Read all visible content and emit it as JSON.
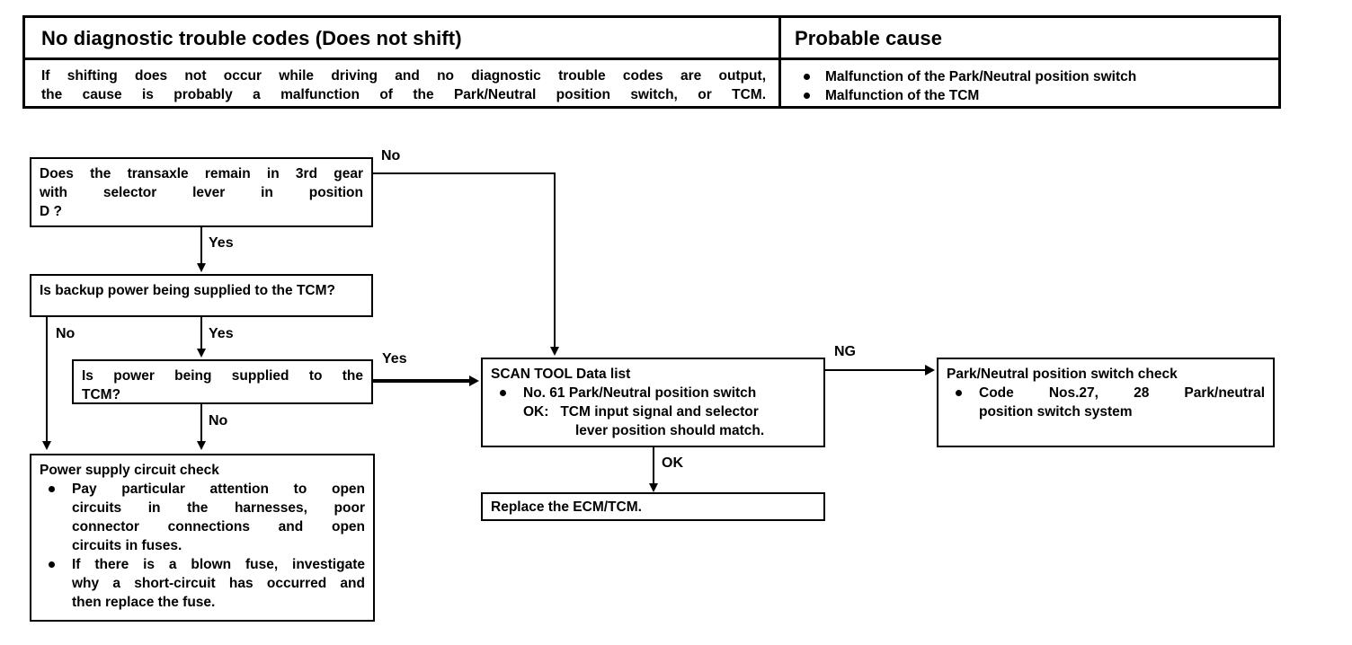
{
  "table": {
    "headers": {
      "left": "No diagnostic trouble codes (Does not shift)",
      "right": "Probable cause"
    },
    "symptom_line1": "If shifting does not occur while driving and no diagnostic trouble codes are output,",
    "symptom_line2": "the cause is probably a malfunction of the Park/Neutral position switch, or TCM.",
    "causes": [
      "Malfunction of the Park/Neutral position switch",
      "Malfunction of the TCM"
    ]
  },
  "flow": {
    "q1": {
      "line1": "Does the transaxle remain in 3rd gear",
      "line2": "with selector lever in position",
      "line3": "D ?"
    },
    "q2": {
      "line1": "Is backup power being supplied to the",
      "line2": "TCM?"
    },
    "q3": {
      "line1": "Is power being supplied to the",
      "line2": "TCM?"
    },
    "power_check": {
      "title": "Power supply circuit check",
      "b1_l1": "Pay particular attention to open",
      "b1_l2": "circuits in the harnesses, poor",
      "b1_l3": "connector connections and open",
      "b1_l4": "circuits in fuses.",
      "b2_l1": "If there is a blown fuse, investigate",
      "b2_l2": "why a short-circuit has occurred and",
      "b2_l3": "then replace the fuse."
    },
    "scan_tool": {
      "title_bold": "SCAN TOOL",
      "title_rest": " Data list",
      "bullet": "No. 61 Park/Neutral position switch",
      "ok_label": "OK:",
      "ok_l1": "TCM input signal and selector",
      "ok_l2": "lever position should match."
    },
    "replace": "Replace the ECM/TCM.",
    "pn_switch": {
      "title": "Park/Neutral position switch check",
      "b1_l1": "Code Nos.27, 28 Park/neutral",
      "b1_l2": "position switch system"
    },
    "labels": {
      "no_top": "No",
      "yes_q1": "Yes",
      "no_q2": "No",
      "yes_q2": "Yes",
      "yes_q3": "Yes",
      "no_q3": "No",
      "ng": "NG",
      "ok": "OK"
    }
  }
}
